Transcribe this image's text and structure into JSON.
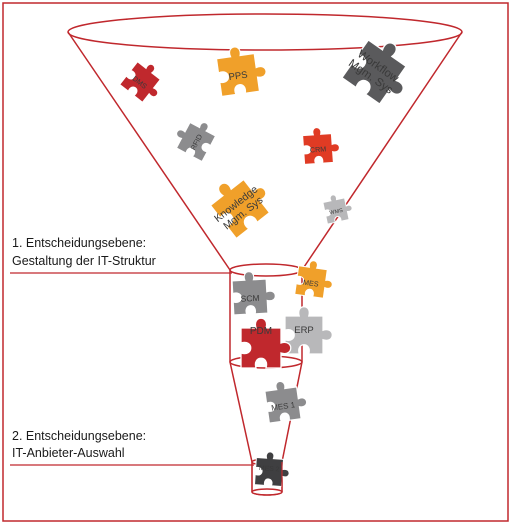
{
  "colors": {
    "frame": "#c0282d",
    "orange": "#f0a02a",
    "red_dark": "#c0282d",
    "red_bright": "#e03b24",
    "gray_dark": "#5a5a5c",
    "gray_mid": "#8c8c8e",
    "gray_light": "#b8b8ba",
    "text": "#1a1a1a"
  },
  "levels": [
    {
      "line1": "1. Entscheidungsebene:",
      "line2": "Gestaltung der IT-Struktur"
    },
    {
      "line1": "2. Entscheidungsebene:",
      "line2": "IT-Anbieter-Auswahl"
    }
  ],
  "pieces": {
    "pps": "PPS",
    "workflow_1": "Workflow",
    "workflow_2": "Mgm. Sys",
    "dms": "DMS",
    "rfid": "RFID",
    "crm": "CRM",
    "knowledge_1": "Knowledge",
    "knowledge_2": "Mgm. Sys",
    "wms": "WMS",
    "mes_top": "MES",
    "scm": "SCM",
    "erp": "ERP",
    "pdm": "PDM",
    "mes1": "MES 1",
    "mes2": "MES 2"
  }
}
